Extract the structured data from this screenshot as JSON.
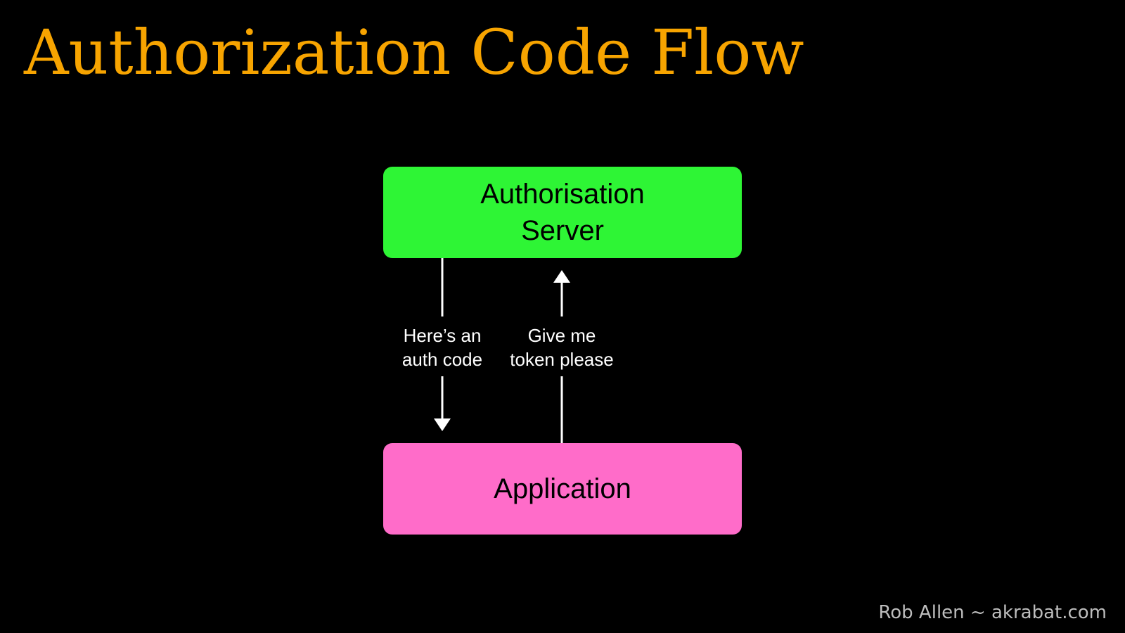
{
  "slide": {
    "title": "Authorization Code Flow",
    "title_color": "#f7a400",
    "footer": "Rob Allen ~ akrabat.com",
    "footer_color": "#bdbdbd",
    "background": "#000000"
  },
  "diagram": {
    "nodes": {
      "auth_server": {
        "lines": [
          "Authorisation",
          "Server"
        ],
        "color": "#2ef535"
      },
      "application": {
        "lines": [
          "Application"
        ],
        "color": "#ff6cc9"
      }
    },
    "edges": {
      "auth_code": {
        "direction": "server-to-application",
        "lines": [
          "Here’s an",
          "auth code"
        ]
      },
      "token_request": {
        "direction": "application-to-server",
        "lines": [
          "Give me",
          "token please"
        ]
      }
    }
  }
}
